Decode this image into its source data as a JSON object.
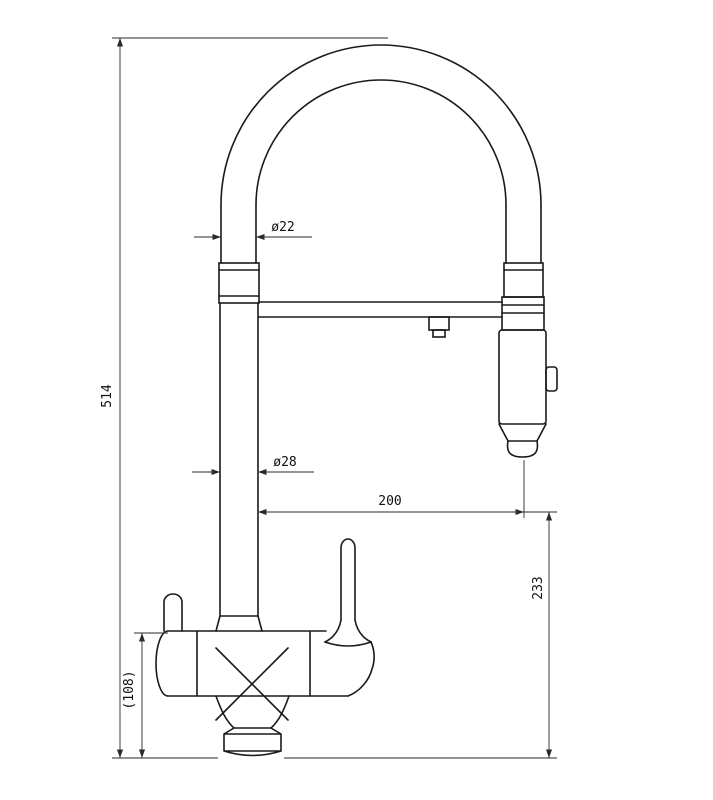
{
  "colors": {
    "outline": "#1a1a1a",
    "dimension_line": "#2a2a2a",
    "background": "#ffffff",
    "text": "#111111"
  },
  "dimensions": {
    "total_height": "514",
    "spout_tube_diameter": "ø22",
    "riser_diameter": "ø28",
    "spout_reach": "200",
    "spray_outlet_height": "233",
    "body_width": "(108)"
  }
}
